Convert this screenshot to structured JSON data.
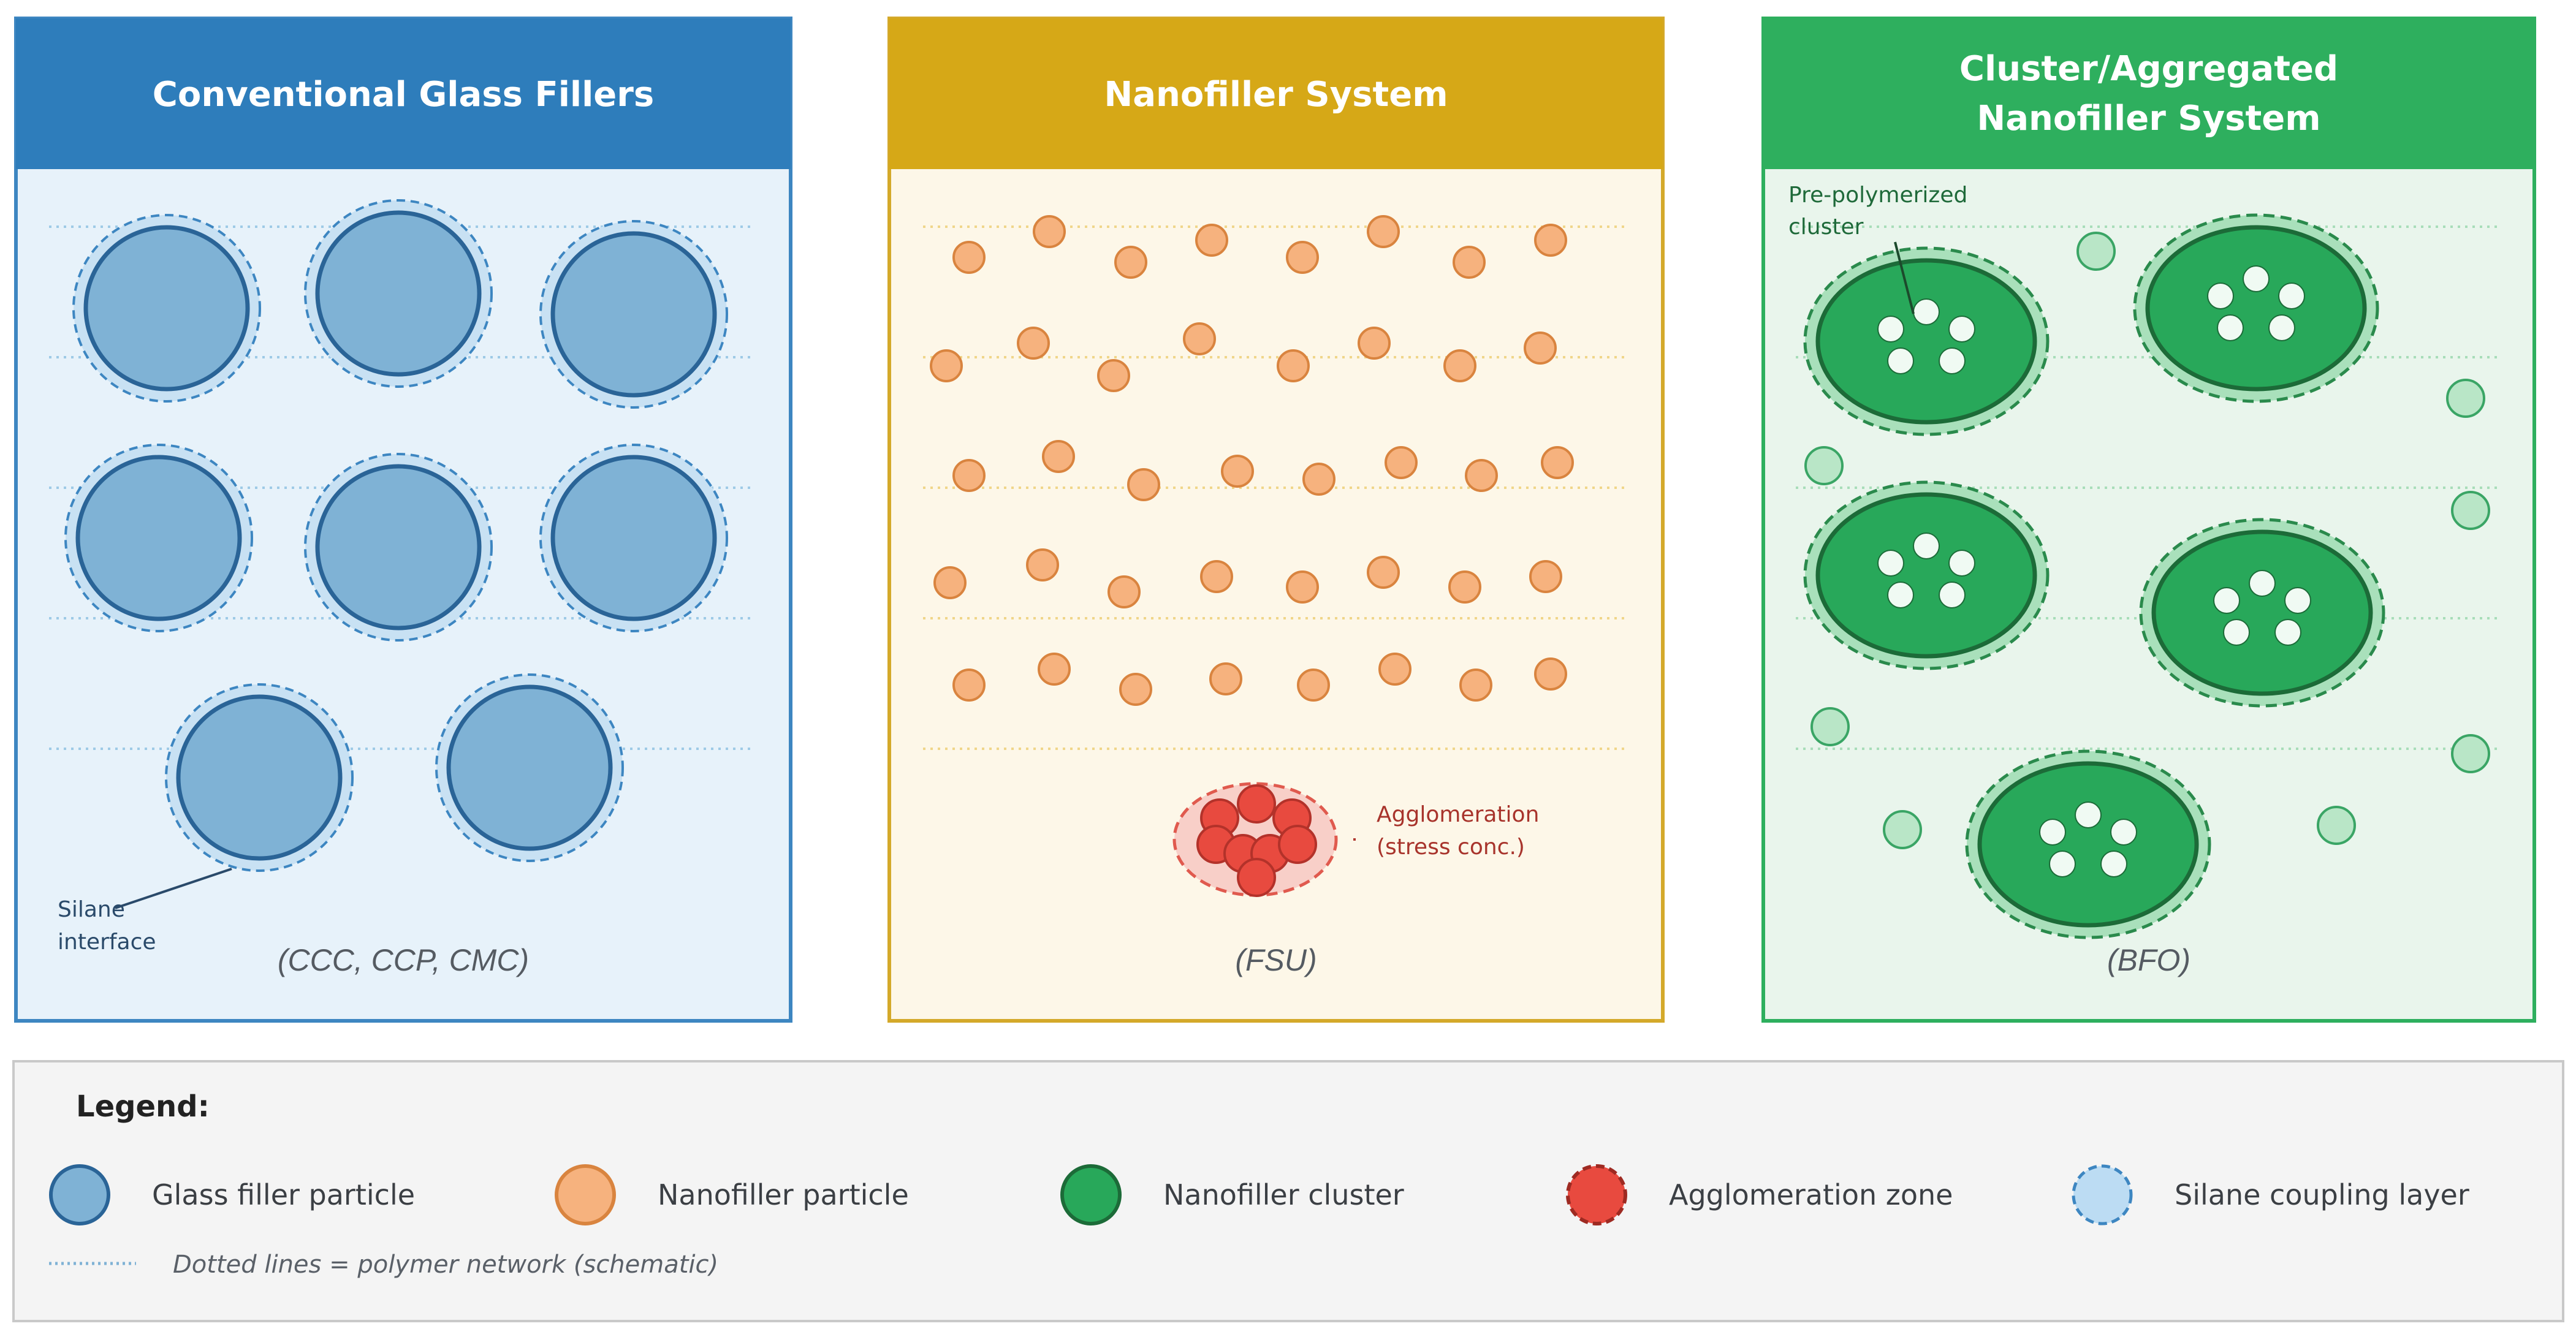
{
  "panels": [
    {
      "title_lines": [
        "Conventional Glass Fillers"
      ],
      "code": "(CCC, CCP, CMC)",
      "annotation_lines": [
        "Silane",
        "interface"
      ]
    },
    {
      "title_lines": [
        "Nanofiller System"
      ],
      "code": "(FSU)",
      "annotation_lines": [
        "Agglomeration",
        "(stress conc.)"
      ]
    },
    {
      "title_lines": [
        "Cluster/Aggregated",
        "Nanofiller System"
      ],
      "code": "(BFO)",
      "annotation_lines": [
        "Pre-polymerized",
        "cluster"
      ]
    }
  ],
  "legend": {
    "title": "Legend:",
    "items": [
      {
        "label": "Glass filler particle",
        "icon": "glass-filler-icon"
      },
      {
        "label": "Nanofiller particle",
        "icon": "nanofiller-icon"
      },
      {
        "label": "Nanofiller cluster",
        "icon": "cluster-icon"
      },
      {
        "label": "Agglomeration zone",
        "icon": "agglomeration-icon"
      },
      {
        "label": "Silane coupling layer",
        "icon": "silane-layer-icon"
      }
    ],
    "note": "Dotted lines = polymer network (schematic)"
  },
  "colors": {
    "blue_header": "#2e7dbb",
    "blue_fill": "#7fb2d5",
    "blue_stroke": "#2a6497",
    "gold_header": "#d6a817",
    "orange_fill": "#f6b27e",
    "orange_stroke": "#d9843f",
    "green_header": "#2eaf5e",
    "green_fill": "#28a85a",
    "green_stroke": "#1c6b38",
    "red_fill": "#e84a3f"
  }
}
